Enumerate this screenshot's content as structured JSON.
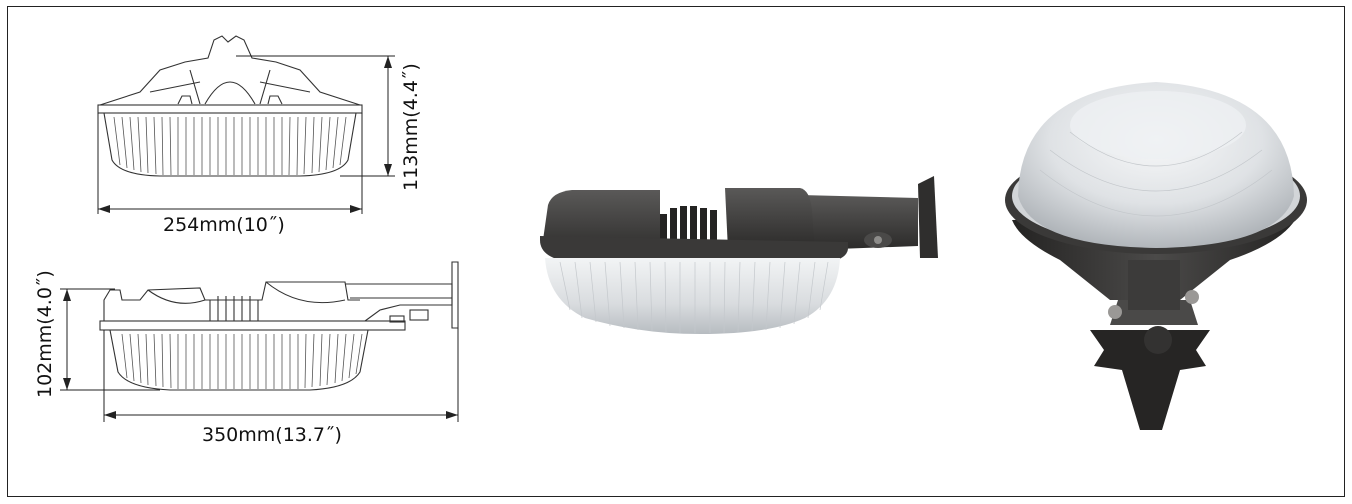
{
  "dimensions": {
    "top_view_width": "254mm(10˝)",
    "top_view_height": "113mm(4.4˝)",
    "side_view_width": "350mm(13.7˝)",
    "side_view_height": "102mm(4.0˝)"
  },
  "colors": {
    "housing": "#3e3d3c",
    "housing_dark": "#2b2a29",
    "lens": "#d9dcdf",
    "lens_shade": "#b7bcc1",
    "line": "#333333"
  }
}
